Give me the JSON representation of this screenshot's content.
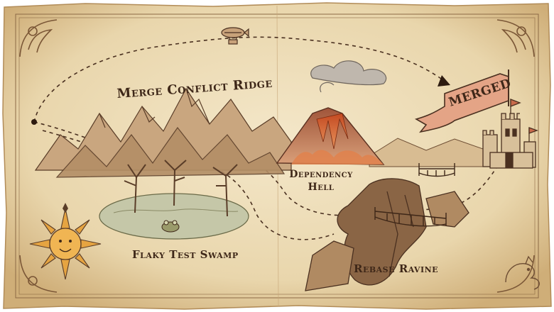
{
  "map": {
    "labels": {
      "merge_conflict_ridge": "Merge Conflict Ridge",
      "dependency_hell_line1": "Dependency",
      "dependency_hell_line2": "Hell",
      "flaky_test_swamp": "Flaky Test Swamp",
      "rebase_ravine": "Rebase Ravine",
      "merged_banner": "MERGED"
    },
    "colors": {
      "parchment": "#efe0bf",
      "parchment_dark": "#d9bf8e",
      "ink": "#3e2718",
      "banner": "#e4a486",
      "lava": "#d9652e",
      "mountain": "#c9a67f",
      "swamp_water": "#c5c7a8",
      "sun": "#e6a441"
    },
    "icons": {
      "airship": "airship-icon",
      "compass": "compass-rose-sun-icon",
      "castle": "castle-icon",
      "volcano": "volcano-icon",
      "frog": "frog-icon",
      "dragon": "dragon-icon"
    }
  }
}
